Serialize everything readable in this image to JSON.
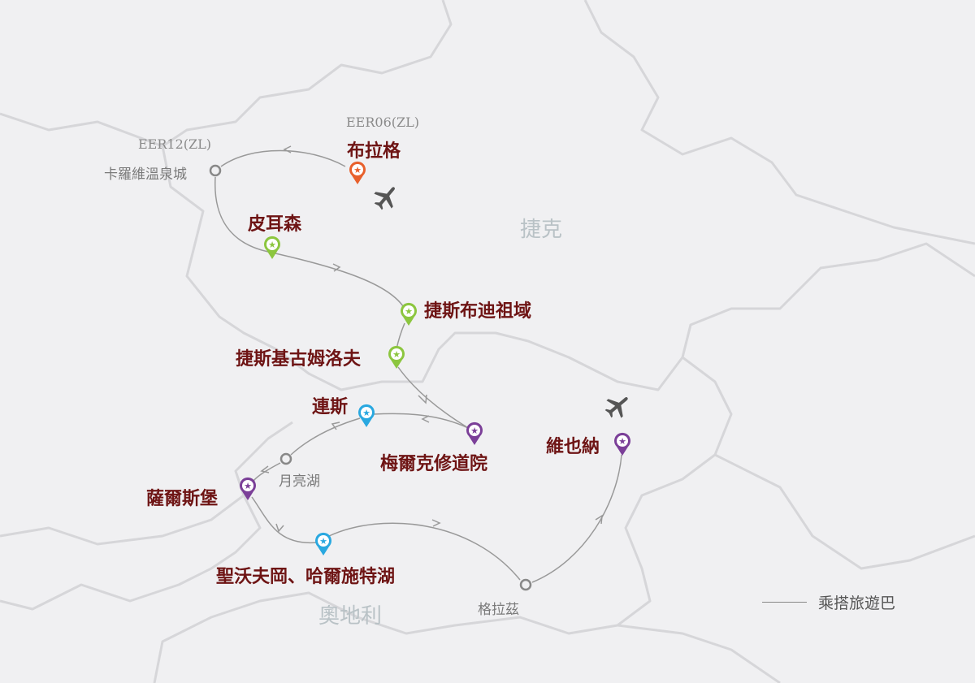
{
  "countries": {
    "czech": "捷克",
    "austria": "奧地利"
  },
  "codes": {
    "karlovy": "EER12(ZL)",
    "prague": "EER06(ZL)"
  },
  "stops": {
    "prague": "布拉格",
    "karlovy_vary": "卡羅維溫泉城",
    "plzen": "皮耳森",
    "ceske_budejovice": "捷斯布迪祖域",
    "cesky_krumlov": "捷斯基古姆洛夫",
    "melk": "梅爾克修道院",
    "linz": "連斯",
    "mondsee": "月亮湖",
    "salzburg": "薩爾斯堡",
    "st_wolfgang": "聖沃夫岡、哈爾施特湖",
    "graz": "格拉茲",
    "vienna": "維也納"
  },
  "legend": {
    "bus": "乘搭旅遊巴"
  },
  "colors": {
    "prague_pin": "#e8602c",
    "green_pin": "#8cc63f",
    "blue_pin": "#29a8e0",
    "purple_pin": "#7b3f98",
    "route": "#999999"
  }
}
